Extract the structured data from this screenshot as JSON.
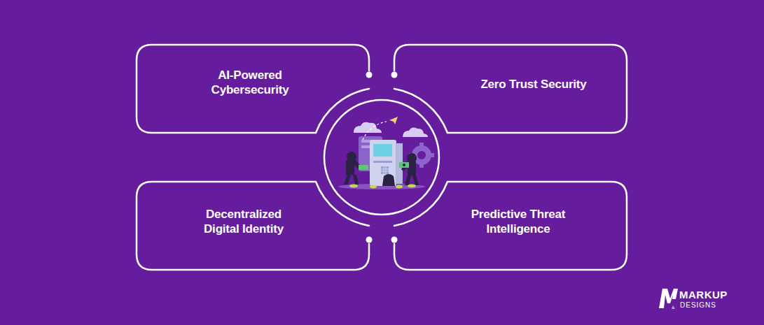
{
  "diagram": {
    "nodes": [
      {
        "text": [
          "AI-Powered Cybersecurity"
        ]
      },
      {
        "text": [
          "Zero Trust Security"
        ]
      },
      {
        "text": [
          "Decentralized Digital Identity"
        ]
      },
      {
        "text": [
          "Predictive Threat Intelligence"
        ]
      }
    ],
    "labels": [
      "MARKUP",
      "DESIGNS"
    ]
  }
}
